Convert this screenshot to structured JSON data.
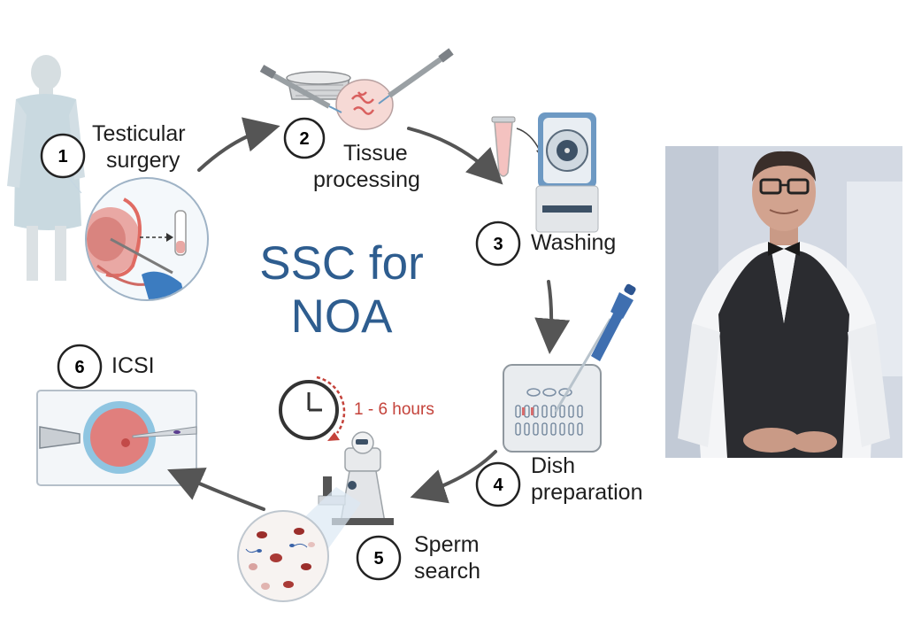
{
  "title": {
    "line1": "SSC for",
    "line2": "NOA"
  },
  "steps": [
    {
      "number": "1",
      "line1": "Testicular",
      "line2": "surgery"
    },
    {
      "number": "2",
      "line1": "Tissue",
      "line2": "processing"
    },
    {
      "number": "3",
      "line1": "Washing",
      "line2": ""
    },
    {
      "number": "4",
      "line1": "Dish",
      "line2": "preparation"
    },
    {
      "number": "5",
      "line1": "Sperm",
      "line2": "search"
    },
    {
      "number": "6",
      "line1": "ICSI",
      "line2": ""
    }
  ],
  "timer_label": "1 - 6 hours",
  "colors": {
    "title": "#2e5d8f",
    "arrow": "#555555",
    "timer": "#c4423a",
    "gown": "#b7cdd6",
    "tissue": "#e8a7a9",
    "egg": "#e07f7d",
    "pipette": "#3f6fb0"
  },
  "icons": [
    "patient-icon",
    "testis-biopsy-icon",
    "syringe-icon",
    "strainer-icon",
    "petri-dish-icon",
    "tube-icon",
    "centrifuge-icon",
    "pipette-icon",
    "dish-icon",
    "clock-icon",
    "robot-microscope-icon",
    "sample-view-icon",
    "icsi-icon",
    "portrait-photo"
  ]
}
